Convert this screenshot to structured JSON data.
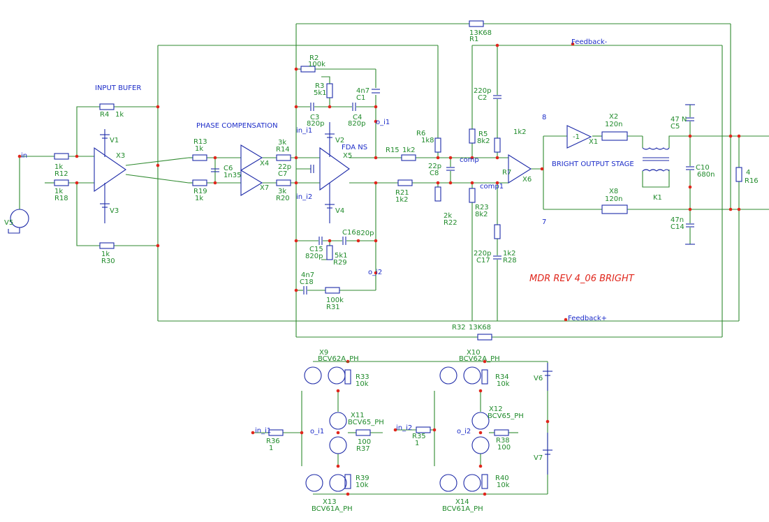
{
  "title": "MDR REV 4_06 BRIGHT",
  "sections": {
    "input_buffer": "INPUT BUFER",
    "phase_comp": "PHASE COMPENSATION",
    "output_stage": "BRIGHT OUTPUT STAGE"
  },
  "nets": {
    "in": "in",
    "in_i1": "in_i1",
    "in_i2": "in_i2",
    "o_i1": "o_i1",
    "o_i2": "o_i2",
    "comp": "comp",
    "comp1": "comp1",
    "fb_minus": "Feedback-",
    "fb_plus": "Feedback+",
    "in_i1_b": "in_i1",
    "in_i2_b": "in_i2",
    "o_i1_b": "o_i1",
    "o_i2_b": "o_i2",
    "n8": "8",
    "n7": "7",
    "n1k2": "1k2"
  },
  "parts": {
    "R1": {
      "name": "R1",
      "value": "13K68"
    },
    "R2": {
      "name": "R2",
      "value": "100k"
    },
    "R3": {
      "name": "R3",
      "value": "5k1"
    },
    "C1": {
      "name": "C1",
      "value": "4n7"
    },
    "C3": {
      "name": "C3",
      "value": "820p"
    },
    "C4": {
      "name": "C4",
      "value": "820p"
    },
    "R4": {
      "name": "R4",
      "value": "1k"
    },
    "V1": {
      "name": "V1"
    },
    "X3": {
      "name": "X3"
    },
    "R12": {
      "name": "R12",
      "value": "1k"
    },
    "R18": {
      "name": "R18",
      "value": "1k"
    },
    "V3": {
      "name": "V3"
    },
    "V5": {
      "name": "V5"
    },
    "R30": {
      "name": "R30",
      "value": "1k"
    },
    "R13": {
      "name": "R13",
      "value": "1k"
    },
    "R19": {
      "name": "R19",
      "value": "1k"
    },
    "C6": {
      "name": "C6",
      "value": "1n35"
    },
    "X4": {
      "name": "X4"
    },
    "X7": {
      "name": "X7"
    },
    "R14": {
      "name": "R14",
      "value": "3k"
    },
    "R20": {
      "name": "R20",
      "value": "3k"
    },
    "C7": {
      "name": "C7",
      "value": "22p"
    },
    "V2": {
      "name": "V2"
    },
    "V4": {
      "name": "V4"
    },
    "X5": {
      "name": "X5",
      "type": "FDA NS"
    },
    "R15": {
      "name": "R15",
      "value": "1k2"
    },
    "R21": {
      "name": "R21",
      "value": "1k2"
    },
    "R6": {
      "name": "R6",
      "value": "1k8"
    },
    "R22": {
      "name": "R22",
      "value": "2k"
    },
    "C8": {
      "name": "C8",
      "value": "22p"
    },
    "R5": {
      "name": "R5",
      "value": "8k2"
    },
    "R23": {
      "name": "R23",
      "value": "8k2"
    },
    "C2": {
      "name": "C2",
      "value": "220p"
    },
    "C17": {
      "name": "C17",
      "value": "220p"
    },
    "R28": {
      "name": "R28",
      "value": "1k2"
    },
    "R7": {
      "name": "R7"
    },
    "X6": {
      "name": "X6"
    },
    "X1": {
      "name": "X1",
      "gain": "-1"
    },
    "X2": {
      "name": "X2",
      "value": "120n"
    },
    "X8": {
      "name": "X8",
      "value": "120n"
    },
    "K1": {
      "name": "K1"
    },
    "C5": {
      "name": "C5",
      "value": "47 N"
    },
    "C14": {
      "name": "C14",
      "value": "47n"
    },
    "C10": {
      "name": "C10",
      "value": "680n"
    },
    "R16": {
      "name": "R16",
      "value": "4"
    },
    "C15": {
      "name": "C15",
      "value": "820p"
    },
    "C16": {
      "name": "C16",
      "value": "820p"
    },
    "R29": {
      "name": "R29",
      "value": "5k1"
    },
    "C18": {
      "name": "C18",
      "value": "4n7"
    },
    "R31": {
      "name": "R31",
      "value": "100k"
    },
    "R32": {
      "name": "R32",
      "value": "13K68"
    },
    "X9": {
      "name": "X9",
      "type": "BCV62A_PH"
    },
    "X10": {
      "name": "X10",
      "type": "BCV62A_PH"
    },
    "R33": {
      "name": "R33",
      "value": "10k"
    },
    "R34": {
      "name": "R34",
      "value": "10k"
    },
    "X11": {
      "name": "X11",
      "type": "BCV65_PH"
    },
    "X12": {
      "name": "X12",
      "type": "BCV65_PH"
    },
    "R36": {
      "name": "R36",
      "value": "1"
    },
    "R35": {
      "name": "R35",
      "value": "1"
    },
    "R37": {
      "name": "R37",
      "value": "100"
    },
    "R38": {
      "name": "R38",
      "value": "100"
    },
    "R39": {
      "name": "R39",
      "value": "10k"
    },
    "R40": {
      "name": "R40",
      "value": "10k"
    },
    "X13": {
      "name": "X13",
      "type": "BCV61A_PH"
    },
    "X14": {
      "name": "X14",
      "type": "BCV61A_PH"
    },
    "V6": {
      "name": "V6"
    },
    "V7": {
      "name": "V7"
    }
  },
  "colors": {
    "wire": "#2f8a2f",
    "component": "#1d2aa8",
    "label": "#1f8a2a",
    "junction": "#e0261c",
    "annotation": "#1c2cc8",
    "title": "#e0261c"
  }
}
